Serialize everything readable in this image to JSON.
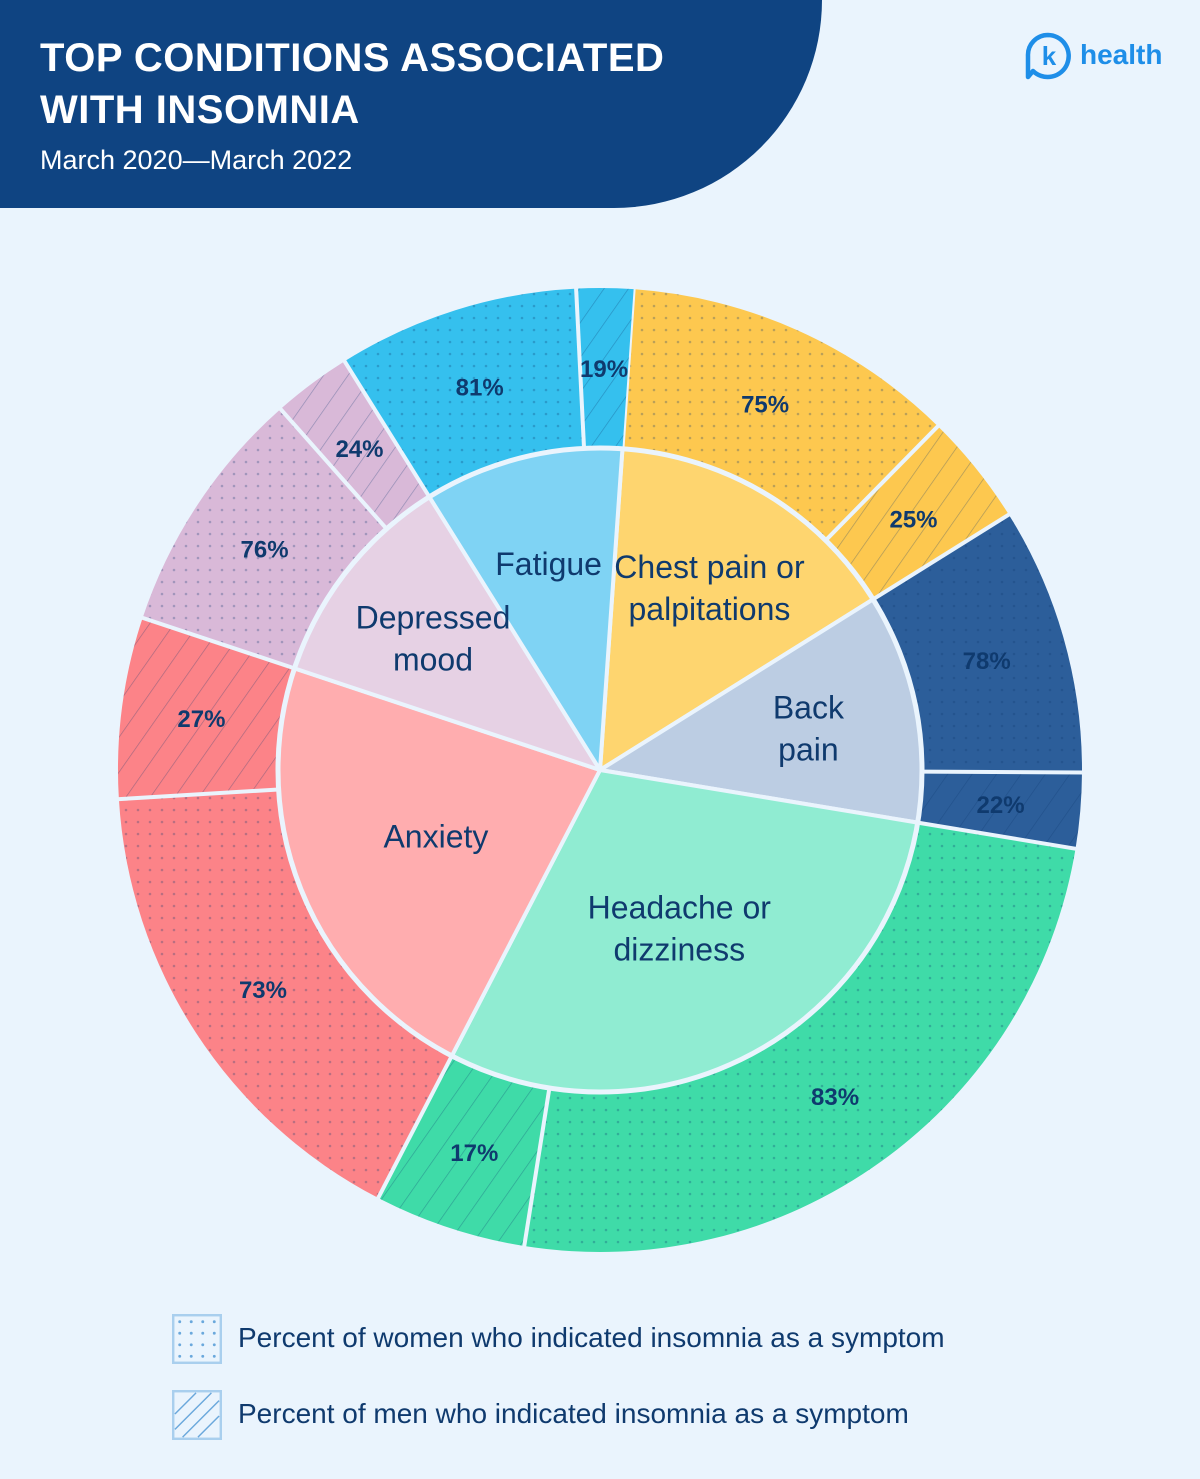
{
  "header": {
    "title_line1": "TOP CONDITIONS ASSOCIATED",
    "title_line2": "WITH INSOMNIA",
    "subtitle": "March 2020—March 2022"
  },
  "brand": {
    "letter": "k",
    "name": "health",
    "color": "#1e8ee8"
  },
  "chart_data": {
    "type": "pie",
    "subtype": "nested-donut",
    "categories": [
      {
        "name_lines": [
          "Chest pain or",
          "palpitations"
        ],
        "share": 15,
        "inner_color": "#fed56f",
        "outer_color": "#fdc84f",
        "women_pct": 75,
        "men_pct": 25,
        "women_label": "75%",
        "men_label": "25%"
      },
      {
        "name_lines": [
          "Back",
          "pain"
        ],
        "share": 11.5,
        "inner_color": "#bccde3",
        "outer_color": "#2c5e9a",
        "women_pct": 78,
        "men_pct": 22,
        "women_label": "78%",
        "men_label": "22%"
      },
      {
        "name_lines": [
          "Headache or",
          "dizziness"
        ],
        "share": 30,
        "inner_color": "#90ecd2",
        "outer_color": "#3fdba8",
        "women_pct": 83,
        "men_pct": 17,
        "women_label": "83%",
        "men_label": "17%"
      },
      {
        "name_lines": [
          "Anxiety"
        ],
        "share": 22.5,
        "inner_color": "#ffadaf",
        "outer_color": "#fc8388",
        "women_pct": 73,
        "men_pct": 27,
        "women_label": "73%",
        "men_label": "27%"
      },
      {
        "name_lines": [
          "Depressed",
          "mood"
        ],
        "share": 11,
        "inner_color": "#e6d1e4",
        "outer_color": "#d9b9d8",
        "women_pct": 76,
        "men_pct": 24,
        "women_label": "76%",
        "men_label": "24%"
      },
      {
        "name_lines": [
          "Fatigue"
        ],
        "share": 10,
        "inner_color": "#7fd3f4",
        "outer_color": "#35c0ee",
        "women_pct": 81,
        "men_pct": 19,
        "women_label": "81%",
        "men_label": "19%"
      }
    ]
  },
  "legend": {
    "women_label": "Percent of women who indicated insomnia as a symptom",
    "men_label": "Percent of men who indicated insomnia as a symptom"
  }
}
